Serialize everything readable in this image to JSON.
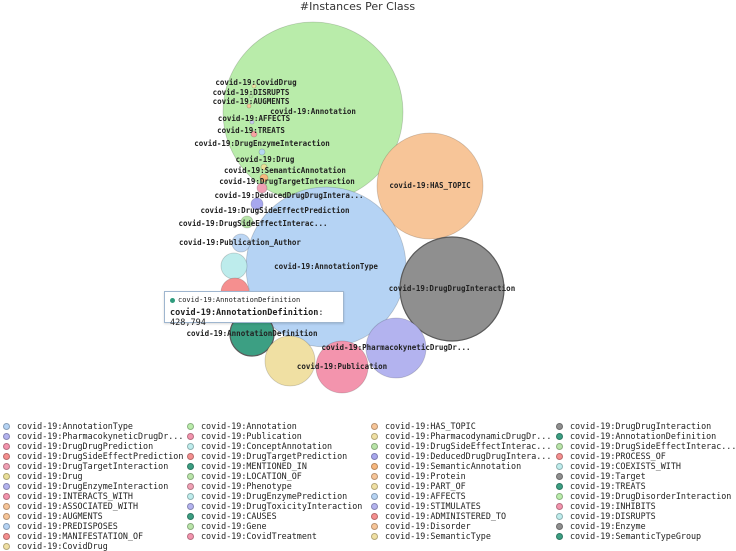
{
  "chart_data": {
    "type": "bubble",
    "title": "#Instances Per Class",
    "bubbles": [
      {
        "name": "covid-19:Annotation",
        "color": "#b9ecaa",
        "show_label": true
      },
      {
        "name": "covid-19:HAS_TOPIC",
        "color": "#f7c598",
        "show_label": true
      },
      {
        "name": "covid-19:AnnotationType",
        "color": "#b5d3f4",
        "show_label": true
      },
      {
        "name": "covid-19:DrugDrugInteraction",
        "color": "#8f8f8f",
        "show_label": true
      },
      {
        "name": "covid-19:AnnotationDefinition",
        "color": "#3c9f83",
        "value": 428794,
        "show_label": true
      },
      {
        "name": "covid-19:PharmacokyneticDrugDr...",
        "color": "#b3b3ef",
        "show_label": true
      },
      {
        "name": "covid-19:Publication",
        "color": "#f394ad",
        "show_label": true
      },
      {
        "name": "covid-19:PharmacodynamicDrugDr...",
        "color": "#f0e0a3",
        "show_label": false
      },
      {
        "name": "covid-19:COEXISTS_WITH",
        "color": "#bdecec",
        "show_label": false
      },
      {
        "name": "covid-19:DrugSideEffectPrediction",
        "color": "#f58f8f",
        "show_label": true
      },
      {
        "name": "covid-19:Publication_Author",
        "color": "#bcd6f4",
        "show_label": true
      },
      {
        "name": "covid-19:DrugSideEffectInterac...",
        "color": "#b8e4a8",
        "show_label": true
      },
      {
        "name": "covid-19:DeducedDrugDrugIntera...",
        "color": "#a7a7ee",
        "show_label": true
      },
      {
        "name": "covid-19:DrugTargetInteraction",
        "color": "#f0a0b4",
        "show_label": true
      },
      {
        "name": "covid-19:SemanticAnnotation",
        "color": "#f7b77e",
        "show_label": true
      },
      {
        "name": "covid-19:Drug",
        "color": "#e9df98",
        "show_label": true
      },
      {
        "name": "covid-19:DrugEnzymeInteraction",
        "color": "#b5d7f2",
        "show_label": true
      },
      {
        "name": "covid-19:TREATS",
        "color": "#f6a2a2",
        "show_label": true
      },
      {
        "name": "covid-19:AFFECTS",
        "color": "#c8c8f0",
        "show_label": true
      },
      {
        "name": "covid-19:AUGMENTS",
        "color": "#f7c598",
        "show_label": true
      },
      {
        "name": "covid-19:DISRUPTS",
        "color": "#b8e4a8",
        "show_label": true
      },
      {
        "name": "covid-19:CovidDrug",
        "color": "#f0e0a3",
        "show_label": true
      }
    ],
    "legend_position": "bottom",
    "legend": [
      {
        "label": "covid-19:AnnotationType",
        "color": "#b5d3f4"
      },
      {
        "label": "covid-19:PharmacokyneticDrugDr...",
        "color": "#b3b3ef"
      },
      {
        "label": "covid-19:DrugDrugPrediction",
        "color": "#f394ad"
      },
      {
        "label": "covid-19:DrugSideEffectPrediction",
        "color": "#f58f8f"
      },
      {
        "label": "covid-19:DrugTargetInteraction",
        "color": "#f0a0b4"
      },
      {
        "label": "covid-19:Drug",
        "color": "#e9df98"
      },
      {
        "label": "covid-19:DrugEnzymeInteraction",
        "color": "#b3b3ef"
      },
      {
        "label": "covid-19:INTERACTS_WITH",
        "color": "#f394ad"
      },
      {
        "label": "covid-19:ASSOCIATED_WITH",
        "color": "#f7c598"
      },
      {
        "label": "covid-19:AUGMENTS",
        "color": "#f7c598"
      },
      {
        "label": "covid-19:PREDISPOSES",
        "color": "#b5d3f4"
      },
      {
        "label": "covid-19:MANIFESTATION_OF",
        "color": "#f58f8f"
      },
      {
        "label": "covid-19:CovidDrug",
        "color": "#f0e0a3"
      },
      {
        "label": "covid-19:Annotation",
        "color": "#b9ecaa"
      },
      {
        "label": "covid-19:Publication",
        "color": "#f394ad"
      },
      {
        "label": "covid-19:ConceptAnnotation",
        "color": "#bdecec"
      },
      {
        "label": "covid-19:DrugTargetPrediction",
        "color": "#f58f8f"
      },
      {
        "label": "covid-19:MENTIONED_IN",
        "color": "#3c9f83"
      },
      {
        "label": "covid-19:LOCATION_OF",
        "color": "#b8e4a8"
      },
      {
        "label": "covid-19:Phenotype",
        "color": "#f0a0b4"
      },
      {
        "label": "covid-19:DrugEnzymePrediction",
        "color": "#bdecec"
      },
      {
        "label": "covid-19:DrugToxicityInteraction",
        "color": "#b3b3ef"
      },
      {
        "label": "covid-19:CAUSES",
        "color": "#3c9f83"
      },
      {
        "label": "covid-19:Gene",
        "color": "#b8e4a8"
      },
      {
        "label": "covid-19:CovidTreatment",
        "color": "#f394ad"
      },
      {
        "label": "covid-19:HAS_TOPIC",
        "color": "#f7c598"
      },
      {
        "label": "covid-19:PharmacodynamicDrugDr...",
        "color": "#f0e0a3"
      },
      {
        "label": "covid-19:DrugSideEffectInterac...",
        "color": "#b8e4a8"
      },
      {
        "label": "covid-19:DeducedDrugDrugIntera...",
        "color": "#a7a7ee"
      },
      {
        "label": "covid-19:SemanticAnnotation",
        "color": "#f7b77e"
      },
      {
        "label": "covid-19:Protein",
        "color": "#f7c598"
      },
      {
        "label": "covid-19:PART_OF",
        "color": "#f0e0a3"
      },
      {
        "label": "covid-19:AFFECTS",
        "color": "#b5d3f4"
      },
      {
        "label": "covid-19:STIMULATES",
        "color": "#b3b3ef"
      },
      {
        "label": "covid-19:ADMINISTERED_TO",
        "color": "#f58f8f"
      },
      {
        "label": "covid-19:Disorder",
        "color": "#f7c598"
      },
      {
        "label": "covid-19:SemanticType",
        "color": "#f0e0a3"
      },
      {
        "label": "covid-19:DrugDrugInteraction",
        "color": "#8f8f8f"
      },
      {
        "label": "covid-19:AnnotationDefinition",
        "color": "#3c9f83"
      },
      {
        "label": "covid-19:DrugSideEffectInterac...",
        "color": "#b8e4a8"
      },
      {
        "label": "covid-19:PROCESS_OF",
        "color": "#f58f8f"
      },
      {
        "label": "covid-19:COEXISTS_WITH",
        "color": "#bdecec"
      },
      {
        "label": "covid-19:Target",
        "color": "#8f8f8f"
      },
      {
        "label": "covid-19:TREATS",
        "color": "#3c9f83"
      },
      {
        "label": "covid-19:DrugDisorderInteraction",
        "color": "#b9ecaa"
      },
      {
        "label": "covid-19:INHIBITS",
        "color": "#f394ad"
      },
      {
        "label": "covid-19:DISRUPTS",
        "color": "#bdecec"
      },
      {
        "label": "covid-19:Enzyme",
        "color": "#8f8f8f"
      },
      {
        "label": "covid-19:SemanticTypeGroup",
        "color": "#3c9f83"
      }
    ]
  },
  "tooltip": {
    "header": "covid-19:AnnotationDefinition",
    "name": "covid-19:AnnotationDefinition",
    "value_text": "428,794"
  }
}
